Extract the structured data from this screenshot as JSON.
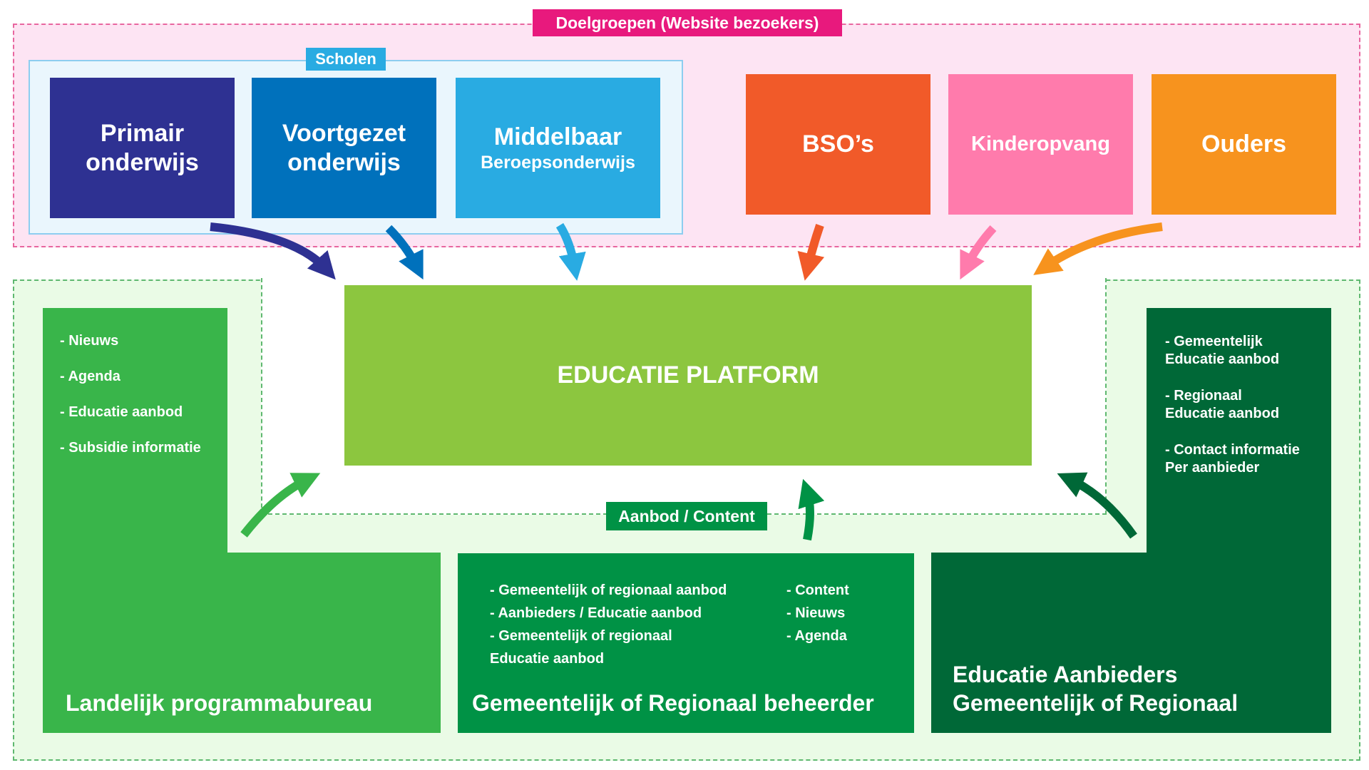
{
  "audience": {
    "label": "Doelgroepen (Website bezoekers)",
    "schools_label": "Scholen",
    "tiles": [
      {
        "lines": [
          "Primair",
          "onderwijs"
        ],
        "color": "#2e3192"
      },
      {
        "lines": [
          "Voortgezet",
          "onderwijs"
        ],
        "color": "#0071bc"
      },
      {
        "lines": [
          "Middelbaar"
        ],
        "sub": "Beroepsonderwijs",
        "color": "#29abe2"
      },
      {
        "lines": [
          "BSO’s"
        ],
        "color": "#f15a29"
      },
      {
        "lines": [
          "Kinderopvang"
        ],
        "color": "#ff7bac"
      },
      {
        "lines": [
          "Ouders"
        ],
        "color": "#f7931e"
      }
    ]
  },
  "platform": {
    "label": "EDUCATIE PLATFORM",
    "color": "#8cc63f"
  },
  "content_label": "Aanbod / Content",
  "landelijk": {
    "title": "Landelijk programmabureau",
    "items": [
      "- Nieuws",
      "- Agenda",
      "- Educatie aanbod",
      "- Subsidie informatie"
    ],
    "color": "#39b54a"
  },
  "gemeentelijk": {
    "title": "Gemeentelijk of Regionaal beheerder",
    "items_left": [
      "- Gemeentelijk of regionaal aanbod",
      "- Aanbieders / Educatie aanbod",
      "- Gemeentelijk of regionaal\n  Educatie aanbod"
    ],
    "items_right": [
      "- Content",
      "- Nieuws",
      "- Agenda"
    ],
    "color": "#009245"
  },
  "aanbieders": {
    "title_lines": [
      "Educatie Aanbieders",
      "Gemeentelijk of Regionaal"
    ],
    "items": [
      "- Gemeentelijk\n  Educatie aanbod",
      "- Regionaal\n  Educatie aanbod",
      "- Contact informatie\n  Per aanbieder"
    ],
    "color": "#006837"
  }
}
